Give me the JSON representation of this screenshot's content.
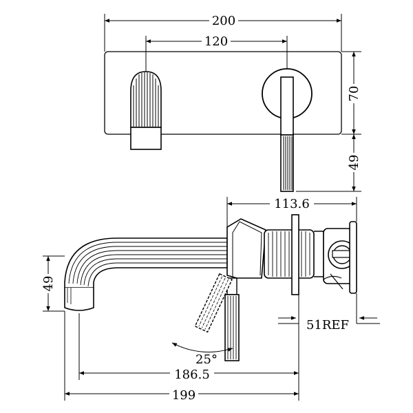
{
  "dimensions": {
    "overall_width": "200",
    "lever_to_spout": "120",
    "plate_height": "70",
    "handle_drop": "49",
    "depth": "113.6",
    "spout_height": "49",
    "reference": "51REF",
    "angle": "25°",
    "spout_reach": "186.5",
    "total_reach": "199"
  }
}
